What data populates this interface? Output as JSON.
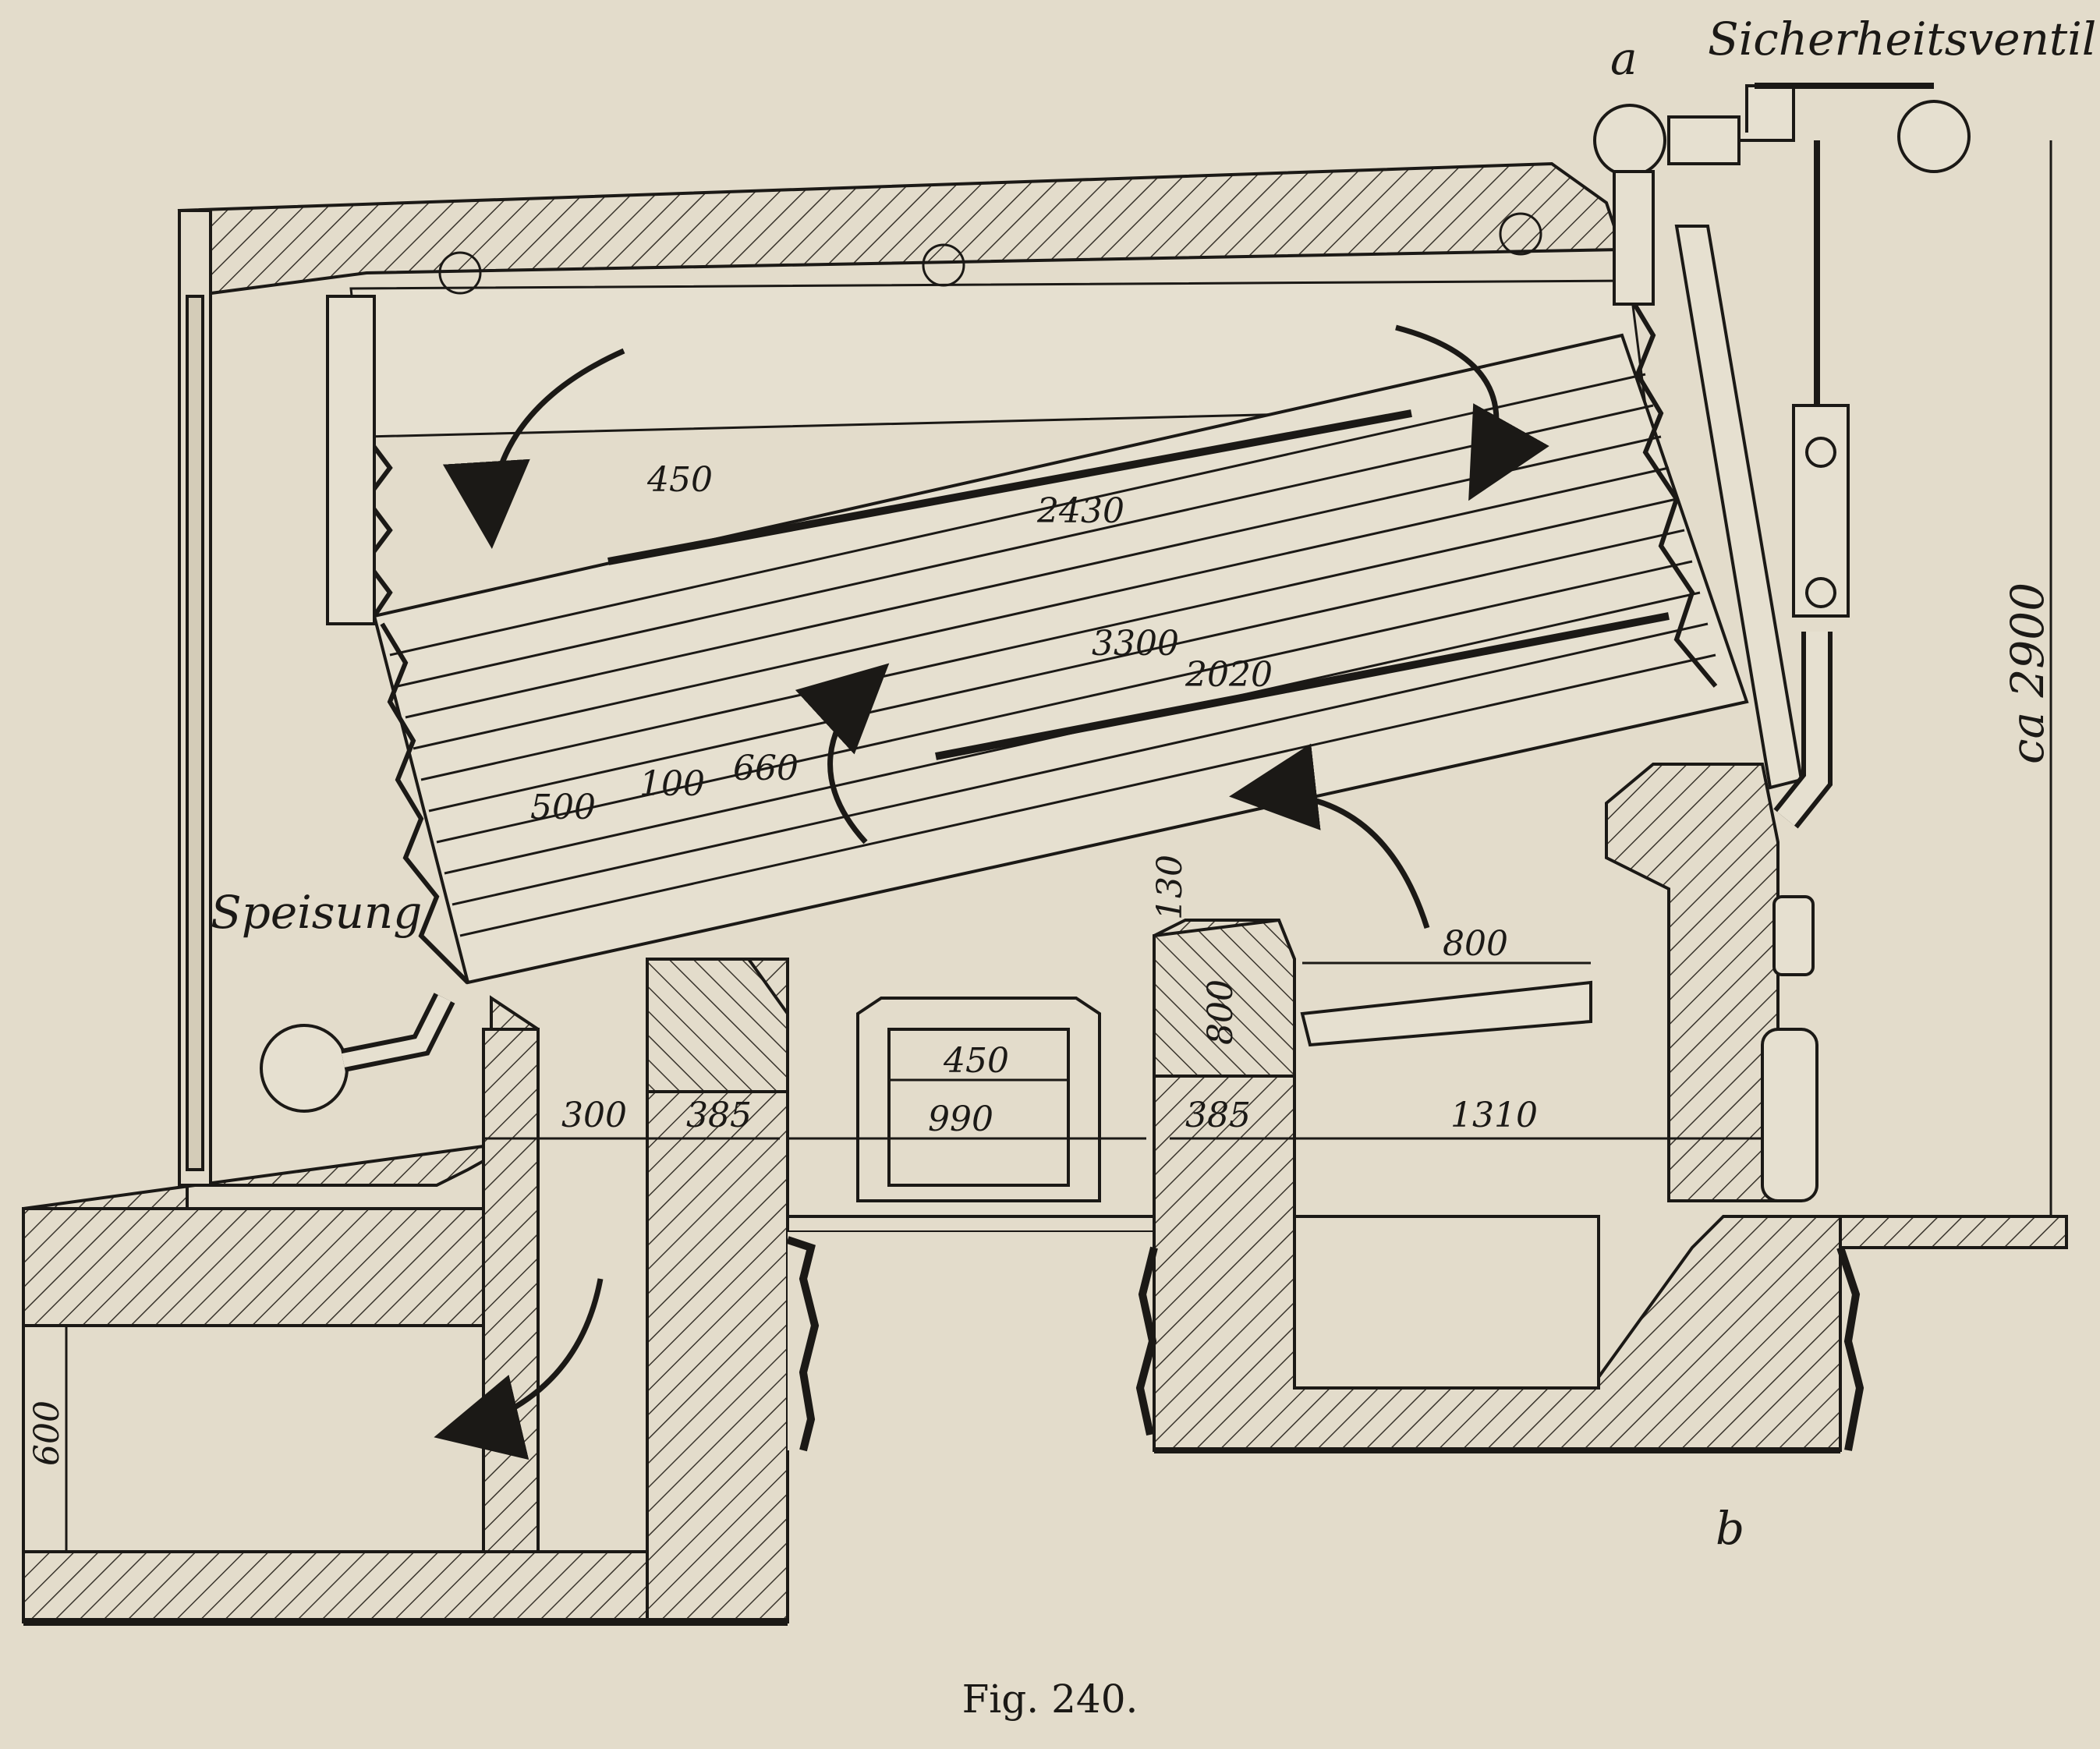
{
  "labels": {
    "safety_valve": "Sicherheitsventil",
    "feed": "Speisung",
    "point_a": "a",
    "point_b": "b",
    "height_total": "ca 2900",
    "dim_450_top": "450",
    "dim_2430": "2430",
    "dim_3300": "3300",
    "dim_2020": "2020",
    "dim_660": "660",
    "dim_500": "500",
    "dim_100": "100",
    "dim_130": "130",
    "dim_800_h": "800",
    "dim_800_v": "800",
    "dim_450_door": "450",
    "dim_990": "990",
    "dim_300": "300",
    "dim_385_left": "385",
    "dim_385_right": "385",
    "dim_1310": "1310",
    "dim_600": "600"
  },
  "caption": "Fig. 240.",
  "colors": {
    "paper": "#e3dccb",
    "ink": "#1b1916",
    "hatch": "#3a352d"
  }
}
